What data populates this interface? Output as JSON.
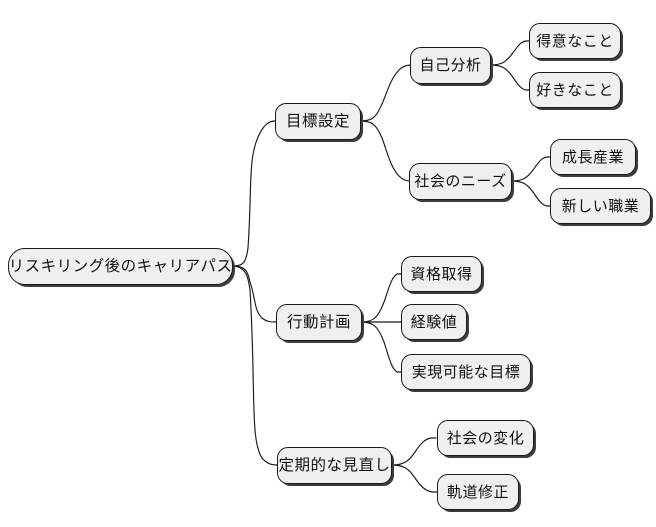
{
  "diagram": {
    "type": "mindmap",
    "title": "リスキリング後のキャリアパス",
    "orientation": "left-to-right",
    "background_color": "#ffffff",
    "node_fill_color": "#f0f0f0",
    "node_border_color": "#1a1a1a",
    "node_shadow_color": "#3d3d3d",
    "edge_color": "#1a1a1a",
    "nodes": {
      "root": {
        "label": "リスキリング後のキャリアパス"
      },
      "branch1": {
        "label": "目標設定"
      },
      "branch1_child1": {
        "label": "自己分析"
      },
      "branch1_child1_leaf1": {
        "label": "得意なこと"
      },
      "branch1_child1_leaf2": {
        "label": "好きなこと"
      },
      "branch1_child2": {
        "label": "社会のニーズ"
      },
      "branch1_child2_leaf1": {
        "label": "成長産業"
      },
      "branch1_child2_leaf2": {
        "label": "新しい職業"
      },
      "branch2": {
        "label": "行動計画"
      },
      "branch2_leaf1": {
        "label": "資格取得"
      },
      "branch2_leaf2": {
        "label": "経験値"
      },
      "branch2_leaf3": {
        "label": "実現可能な目標"
      },
      "branch3": {
        "label": "定期的な見直し"
      },
      "branch3_leaf1": {
        "label": "社会の変化"
      },
      "branch3_leaf2": {
        "label": "軌道修正"
      }
    }
  }
}
